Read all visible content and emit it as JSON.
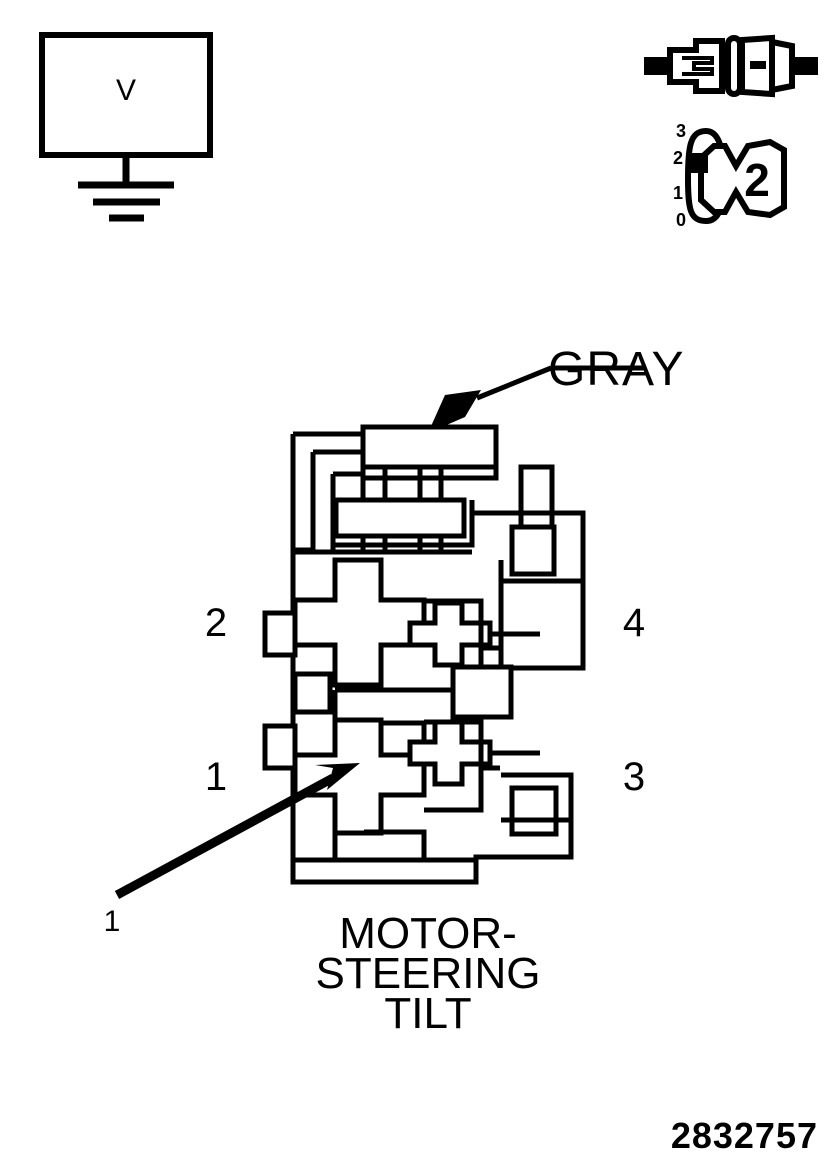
{
  "document": {
    "type": "wiring-connector-diagram",
    "part_number": "2832757",
    "ink_color": "#000000",
    "background_color": "#ffffff"
  },
  "meter": {
    "symbol_label": "V",
    "name": "voltmeter-with-ground"
  },
  "connector_test": {
    "position_labels": [
      "3",
      "2",
      "1",
      "0"
    ],
    "selected_position": "2",
    "marker_position_index": 1
  },
  "callouts": {
    "gray_label": "GRAY",
    "pin_arrow_label": "1"
  },
  "connector": {
    "caption_lines": [
      "MOTOR-",
      "STEERING",
      "TILT"
    ],
    "pins": [
      {
        "label": "2",
        "side": "left",
        "row": "top"
      },
      {
        "label": "1",
        "side": "left",
        "row": "bottom"
      },
      {
        "label": "4",
        "side": "right",
        "row": "top"
      },
      {
        "label": "3",
        "side": "right",
        "row": "bottom"
      }
    ]
  }
}
